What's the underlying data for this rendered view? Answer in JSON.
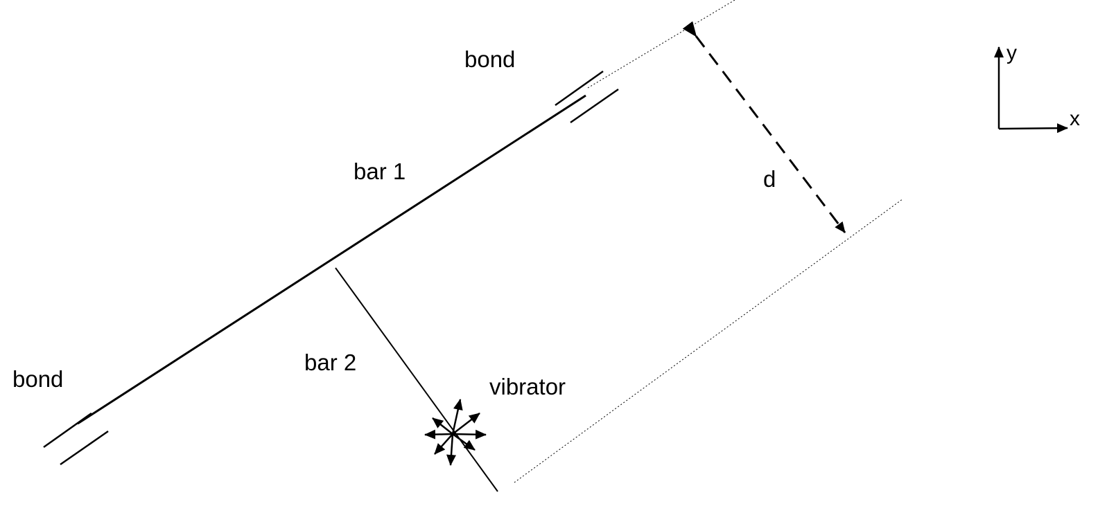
{
  "labels": {
    "bond_top": "bond",
    "bond_left": "bond",
    "bar1": "bar 1",
    "bar2": "bar 2",
    "vibrator": "vibrator",
    "distance": "d"
  },
  "axes": {
    "x": "x",
    "y": "y"
  },
  "colors": {
    "ink": "#000000",
    "background": "#ffffff"
  },
  "icons": {
    "vibrator": "star-of-arrows-icon",
    "bond": "double-parallel-lines-icon"
  }
}
